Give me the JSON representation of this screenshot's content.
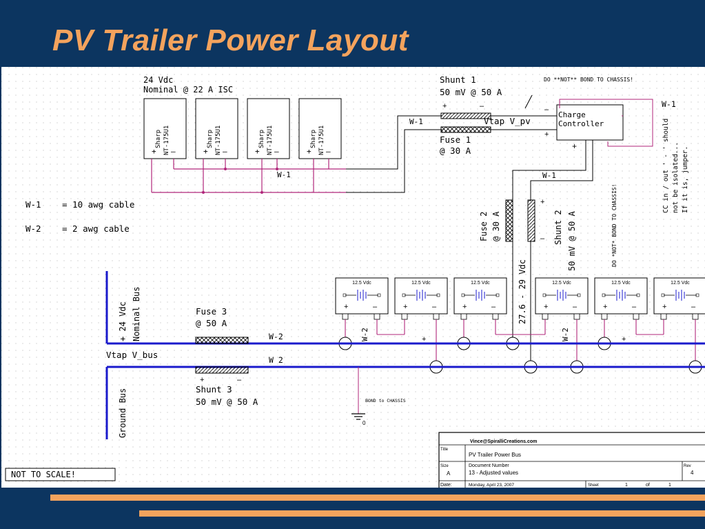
{
  "slide": {
    "title": "PV Trailer Power Layout"
  },
  "colors": {
    "background": "#0c3560",
    "accent": "#f4a35d",
    "bus": "#1a1acc",
    "wire": "#b0267a",
    "panel": "#ffffff"
  },
  "array": {
    "voltage": "24 Vdc",
    "rating": "Nominal @ 22 A ISC",
    "panels": [
      {
        "brand": "Sharp",
        "model": "NT-175U1"
      },
      {
        "brand": "Sharp",
        "model": "NT-175U1"
      },
      {
        "brand": "Sharp",
        "model": "NT-175U1"
      },
      {
        "brand": "Sharp",
        "model": "NT-175U1"
      }
    ],
    "wire_label": "W-1"
  },
  "legend": [
    {
      "code": "W-1",
      "desc": "= 10 awg cable"
    },
    {
      "code": "W-2",
      "desc": "= 2 awg cable"
    }
  ],
  "plus": "+",
  "minus": "–",
  "shunt1": {
    "name": "Shunt 1",
    "rating": "50 mV @ 50 A",
    "wire": "W-1",
    "vtap": "Vtap V_pv"
  },
  "fuse1": {
    "name": "Fuse 1",
    "rating": "@ 30 A"
  },
  "controller": {
    "line1": "Charge",
    "line2": "Controller"
  },
  "notes": {
    "top_bond": "DO **NOT** BOND TO CHASSIS!",
    "right_wire": "W-1",
    "right_note1": "CC in / out ' - ' should",
    "right_note2": "not be isolated...",
    "right_note3": "If it is, jumper.",
    "vertical_bond": "DO *NOT* BOND TO CHASSIS!",
    "cc_wire": "W-1",
    "bond_chassis": "BOND to CHASSIS",
    "ground_zero": "0",
    "not_to_scale": "NOT TO SCALE!"
  },
  "fuse2": {
    "name": "Fuse 2",
    "rating": "@ 30 A"
  },
  "shunt2": {
    "name": "Shunt 2",
    "rating": "50 mV @ 50 A"
  },
  "vrange": "27.6 - 29 Vdc",
  "batteries": {
    "label": "12.5 Vdc",
    "count": 6,
    "wire": "W-2"
  },
  "bus": {
    "positive_voltage": "+ 24 Vdc",
    "positive_name": "Nominal Bus",
    "vtap": "Vtap V_bus",
    "ground_name": "Ground Bus",
    "wire_top": "W-2",
    "wire_bottom": "W 2"
  },
  "fuse3": {
    "name": "Fuse 3",
    "rating": "@ 50 A"
  },
  "shunt3": {
    "name": "Shunt 3",
    "rating": "50 mV @ 50 A"
  },
  "title_block": {
    "author": "Vince@SpiralliCreations.com",
    "title_label": "Title",
    "title": "PV Trailer Power Bus",
    "size_label": "Size",
    "size": "A",
    "docnum_label": "Document Number",
    "docnum": "13 - Adjusted values",
    "rev_label": "Rev",
    "rev": "4",
    "date_label": "Date:",
    "date": "Monday, April 23, 2007",
    "sheet_label": "Sheet",
    "sheet": "1",
    "of_label": "of",
    "of": "1"
  }
}
